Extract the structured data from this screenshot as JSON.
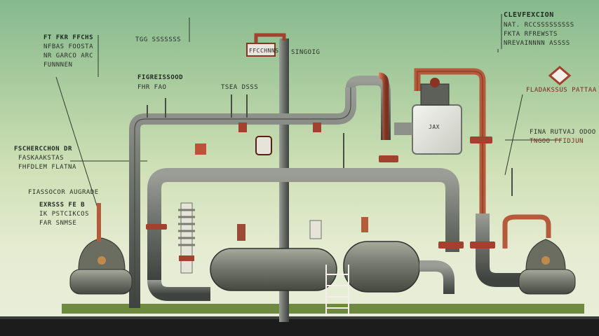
{
  "labels": {
    "top_right_heading": "CLEVFEXCION",
    "top_right_line1": "NAT. RCCSSSSSSSSS",
    "top_right_line2": "FKTA RFREWSTS",
    "top_right_line3": "NREVAINNNN ASSSS",
    "right_mid": "FLADAKSSUS PATTAA",
    "right_low_line1": "FINA RUTVAJ ODOO",
    "right_low_line2": "TNGOO FFIDJUN",
    "top_left_line1": "FT FKR FFCHS",
    "top_left_line2": "NFBAS FOOSTA",
    "top_left_line3": "NR GARCO ARC",
    "top_left_line4": "FUNNNEN",
    "top_center": "TGG SSSSSSS",
    "valve_tag": "FFCCHNNS",
    "top_tag": "SINGOIG",
    "tag_a_line1": "FIGREISSOOD",
    "tag_a_line2": "FHR FAO",
    "tag_b": "TSEA DSSS",
    "left_mid_line1": "FSCHERCCHON DR",
    "left_mid_line2": "FASKAAKSTAS",
    "left_mid_line3": "FHFDLEM FLATNA",
    "left_low_line1": "FIASSOCOR AUGRADE",
    "left_low_line2": "EXRSSS FE B",
    "left_low_line3": "IK PSTCIKCOS",
    "left_low_line4": "FAR SNMSE",
    "plate": "JAX"
  },
  "colors": {
    "pipe": "#6b6f6a",
    "pipe_dark": "#3e423f",
    "copper": "#b55a3a",
    "flange_red": "#a2412d",
    "ground": "#6d8a3f",
    "vessel": "#7a7d72"
  }
}
